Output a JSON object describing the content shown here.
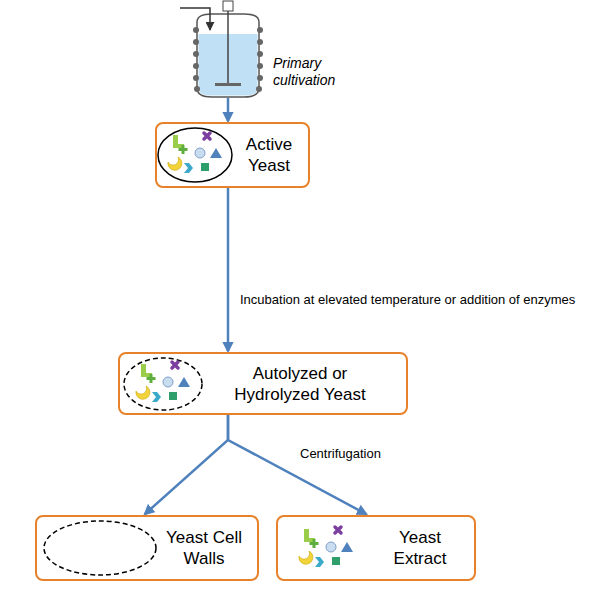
{
  "diagram": {
    "nodes": [
      {
        "text": [
          "Primary cultivation"
        ]
      },
      {
        "text": [
          "Active Yeast"
        ]
      },
      {
        "text": [
          "Autolyzed or Hydrolyzed Yeast"
        ]
      },
      {
        "text": [
          "Yeast Cell Walls"
        ]
      },
      {
        "text": [
          "Yeast Extract"
        ]
      }
    ],
    "edges": [
      {
        "from": 0,
        "to": 1,
        "arrow": "to"
      },
      {
        "from": 1,
        "to": 2,
        "arrow": "to",
        "label": "Incubation at elevated temperature or addition of enzymes"
      },
      {
        "from": 2,
        "to": 3,
        "arrow": "to"
      },
      {
        "from": 2,
        "to": 4,
        "arrow": "to"
      }
    ],
    "labels": [
      "Centrifugation"
    ]
  }
}
